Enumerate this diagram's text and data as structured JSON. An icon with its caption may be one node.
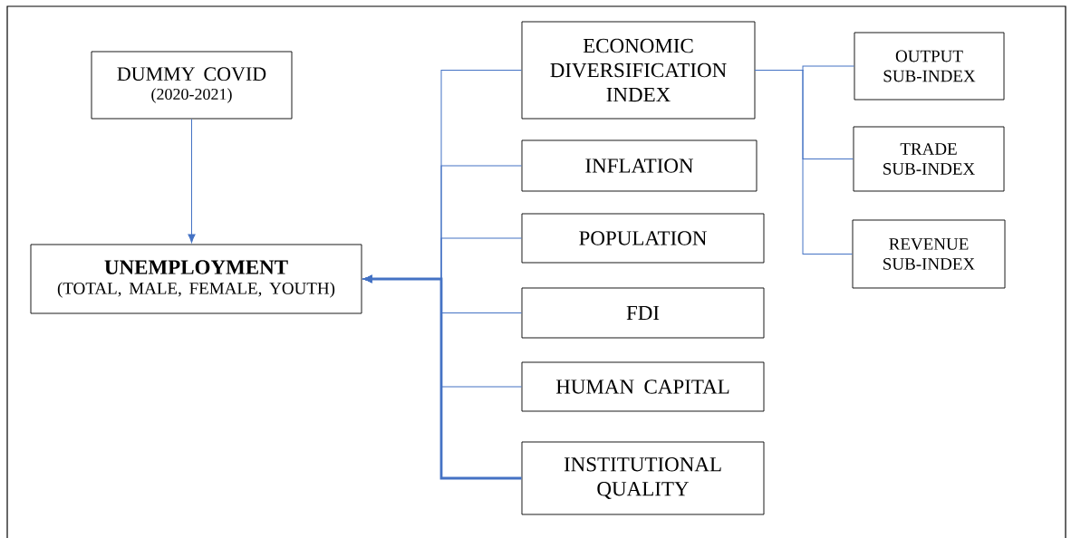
{
  "diagram": {
    "nodes": [
      {
        "text": [
          "DUMMY COVID",
          "(2020-2021)"
        ]
      },
      {
        "text": [
          "UNEMPLOYMENT",
          "(TOTAL, MALE, FEMALE, YOUTH)"
        ]
      },
      {
        "text": [
          "ECONOMIC DIVERSIFICATION INDEX"
        ]
      },
      {
        "text": [
          "INFLATION"
        ]
      },
      {
        "text": [
          "POPULATION"
        ]
      },
      {
        "text": [
          "FDI"
        ]
      },
      {
        "text": [
          "HUMAN CAPITAL"
        ]
      },
      {
        "text": [
          "INSTITUTIONAL QUALITY"
        ]
      },
      {
        "text": [
          "OUTPUT SUB-INDEX"
        ]
      },
      {
        "text": [
          "TRADE SUB-INDEX"
        ]
      },
      {
        "text": [
          "REVENUE SUB-INDEX"
        ]
      }
    ],
    "edges": [
      {
        "from": 0,
        "to": 1,
        "arrow": "to"
      },
      {
        "from": 2,
        "to": 1,
        "arrow": "to"
      },
      {
        "from": 3,
        "to": 1,
        "arrow": "to"
      },
      {
        "from": 4,
        "to": 1,
        "arrow": "to"
      },
      {
        "from": 5,
        "to": 1,
        "arrow": "to"
      },
      {
        "from": 6,
        "to": 1,
        "arrow": "to"
      },
      {
        "from": 7,
        "to": 1,
        "arrow": "to",
        "style": "thick"
      },
      {
        "from": 2,
        "to": 8,
        "arrow": "none"
      },
      {
        "from": 2,
        "to": 9,
        "arrow": "none"
      },
      {
        "from": 2,
        "to": 10,
        "arrow": "none"
      }
    ]
  }
}
